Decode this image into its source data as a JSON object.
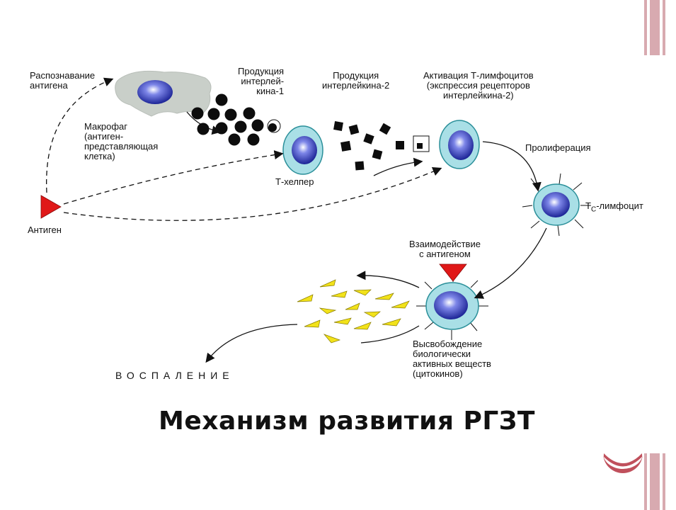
{
  "labels": {
    "recognition": "Распознавание\nантигена",
    "macrophage": "Макрофаг\n(антиген-\nпредставляющая\nклетка)",
    "il1": "Продукция\nинтерлей-\nкина-1",
    "il2": "Продукция\nинтерлейкина-2",
    "activation": "Активация Т-лимфоцитов\n(экспрессия рецепторов\nинтерлейкина-2)",
    "proliferation": "Пролиферация",
    "t_helper": "Т-хелпер",
    "antigen": "Антиген",
    "tc_prefix": "Т",
    "tc_sub": "С",
    "tc_suffix": "-лимфоцит",
    "interaction": "Взаимодействие\nс антигеном",
    "release": "Высвобождение\nбиологически\nактивных веществ\n(цитокинов)",
    "inflammation": "ВОСПАЛЕНИЕ"
  },
  "title": "Механизм развития РГЗТ",
  "colors": {
    "cell_fill": "#a9dfe6",
    "nucleus": "#2630a8",
    "antigen": "#e01818",
    "cytokine": "#f2e21a",
    "accent": "#d8aab0",
    "dark_accent": "#c0505c"
  }
}
